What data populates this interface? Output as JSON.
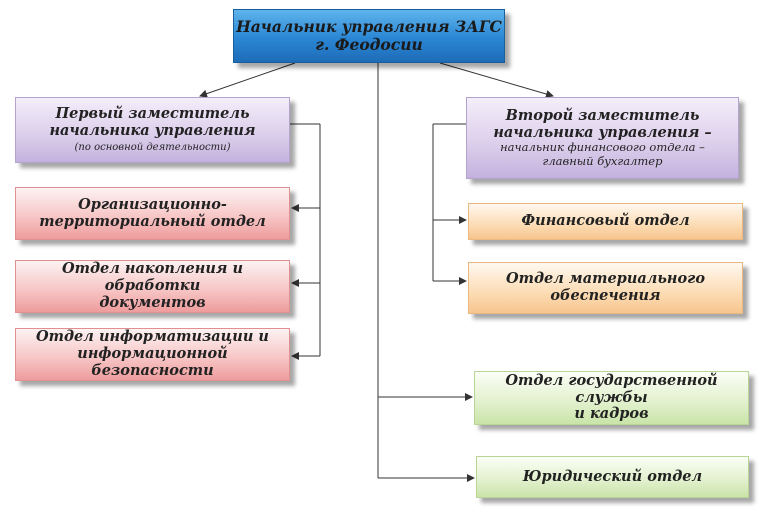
{
  "head": {
    "line1": "Начальник управления ЗАГС",
    "line2": "г. Феодосии"
  },
  "deputy1": {
    "line1": "Первый заместитель",
    "line2": "начальника управления",
    "note": "(по основной деятельности)"
  },
  "deputy2": {
    "line1": "Второй заместитель",
    "line2": "начальника управления –",
    "line3": "начальник финансового отдела –",
    "line4": "главный бухгалтер"
  },
  "left_departments": [
    {
      "line1": "Организационно-",
      "line2": "территориальный отдел"
    },
    {
      "line1": "Отдел накопления и обработки",
      "line2": "документов"
    },
    {
      "line1": "Отдел информатизации и",
      "line2": "информационной безопасности"
    }
  ],
  "right_departments": [
    {
      "line1": "Финансовый отдел"
    },
    {
      "line1": "Отдел материального",
      "line2": "обеспечения"
    }
  ],
  "direct_departments": [
    {
      "line1": "Отдел государственной службы",
      "line2": "и кадров"
    },
    {
      "line1": "Юридический отдел"
    }
  ],
  "colors": {
    "head": "#2a86d4",
    "deputy": "#ddd0ec",
    "left_departments": "#f7c7c7",
    "right_departments": "#fcdcb4",
    "direct_departments": "#e1f0cc",
    "connector": "#333333"
  }
}
